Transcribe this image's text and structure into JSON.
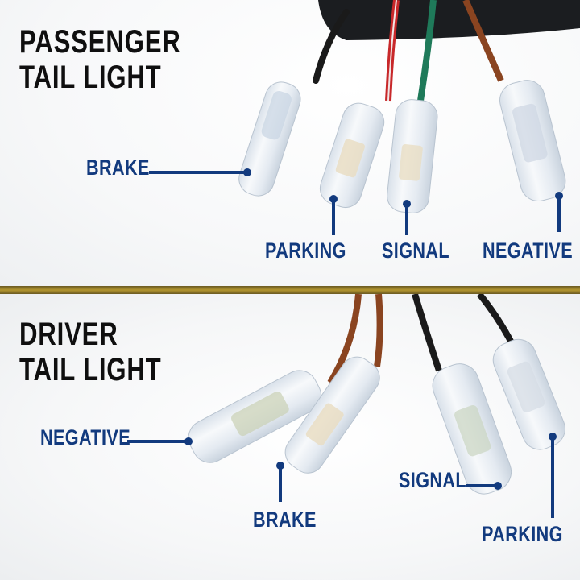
{
  "passenger": {
    "title_line1": "PASSENGER",
    "title_line2": "TAIL LIGHT",
    "labels": {
      "brake": "BRAKE",
      "parking": "PARKING",
      "signal": "SIGNAL",
      "negative": "NEGATIVE"
    }
  },
  "driver": {
    "title_line1": "DRIVER",
    "title_line2": "TAIL LIGHT",
    "labels": {
      "negative": "NEGATIVE",
      "brake": "BRAKE",
      "signal": "SIGNAL",
      "parking": "PARKING"
    }
  },
  "colors": {
    "label_blue": "#123a7e",
    "divider_gold": "#b3962f",
    "title_black": "#0f0f0f",
    "wire_black": "#1a1a1a",
    "wire_red": "#c8282a",
    "wire_green": "#1f7a5a",
    "wire_brown": "#8a4420"
  }
}
